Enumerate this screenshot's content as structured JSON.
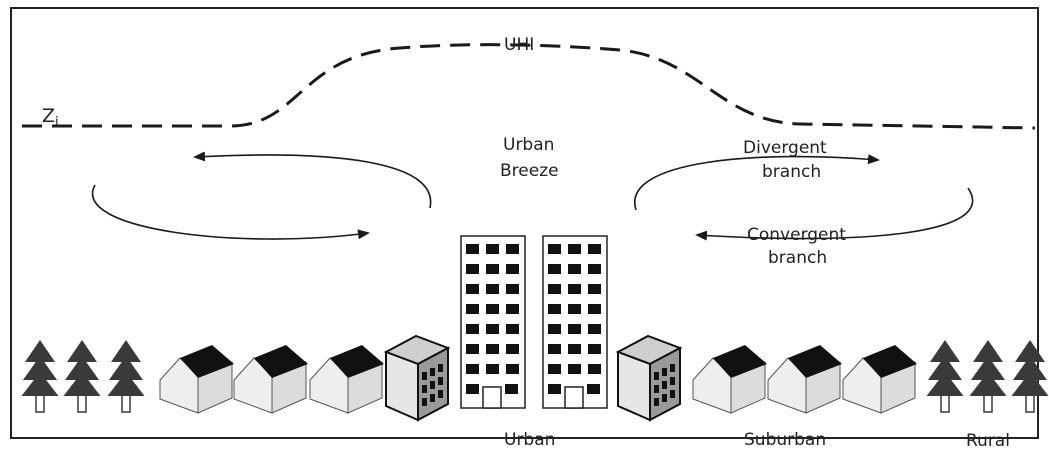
{
  "labels": {
    "uhi": "UHI",
    "zi": "Zi",
    "urban_breeze_1": "Urban",
    "urban_breeze_2": "Breeze",
    "divergent_1": "Divergent",
    "divergent_2": "branch",
    "convergent_1": "Convergent",
    "convergent_2": "branch",
    "urban": "Urban",
    "suburban": "Suburban",
    "rural": "Rural"
  },
  "colors": {
    "tree": "#3a3a3a",
    "roof": "#111111",
    "wall": "#dcdcdc",
    "window": "#111111",
    "line": "#1a1a1a"
  },
  "icons": [
    "tree-icon",
    "house-icon",
    "office-building-icon",
    "tower-icon"
  ]
}
